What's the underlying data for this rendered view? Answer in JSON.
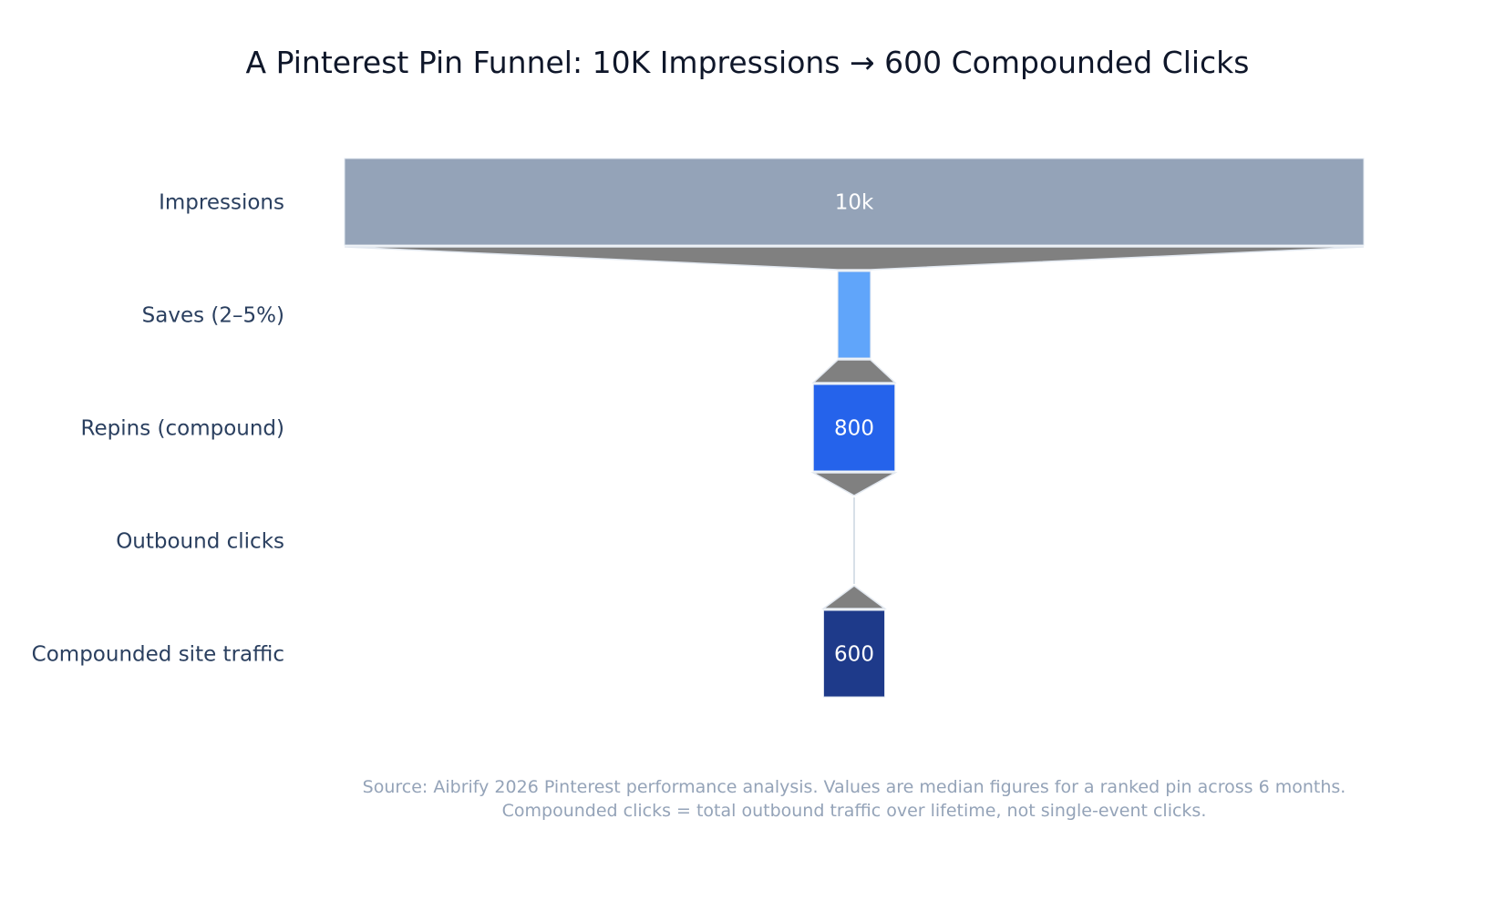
{
  "chart_data": {
    "type": "funnel",
    "title": "A Pinterest Pin Funnel: 10K Impressions → 600 Compounded Clicks",
    "stages": [
      {
        "label": "Impressions",
        "value": 10000,
        "text": "10k",
        "color": "#94A3B8"
      },
      {
        "label": "Saves (2–5%)",
        "value": 320,
        "text": "",
        "color": "#60A5FA"
      },
      {
        "label": "Repins (compound)",
        "value": 800,
        "text": "800",
        "color": "#2563EB"
      },
      {
        "label": "Outbound clicks",
        "value": 0,
        "text": "",
        "color": "#3B82F6"
      },
      {
        "label": "Compounded site traffic",
        "value": 600,
        "text": "600",
        "color": "#1E3A8A"
      }
    ],
    "connector_color": "#808080",
    "connector_line_color": "#E2E8F0",
    "xmax": 10000,
    "footer": [
      "Source: Aibrify 2026 Pinterest performance analysis. Values are median figures for a ranked pin across 6 months.",
      "Compounded clicks = total outbound traffic over lifetime, not single-event clicks."
    ]
  }
}
